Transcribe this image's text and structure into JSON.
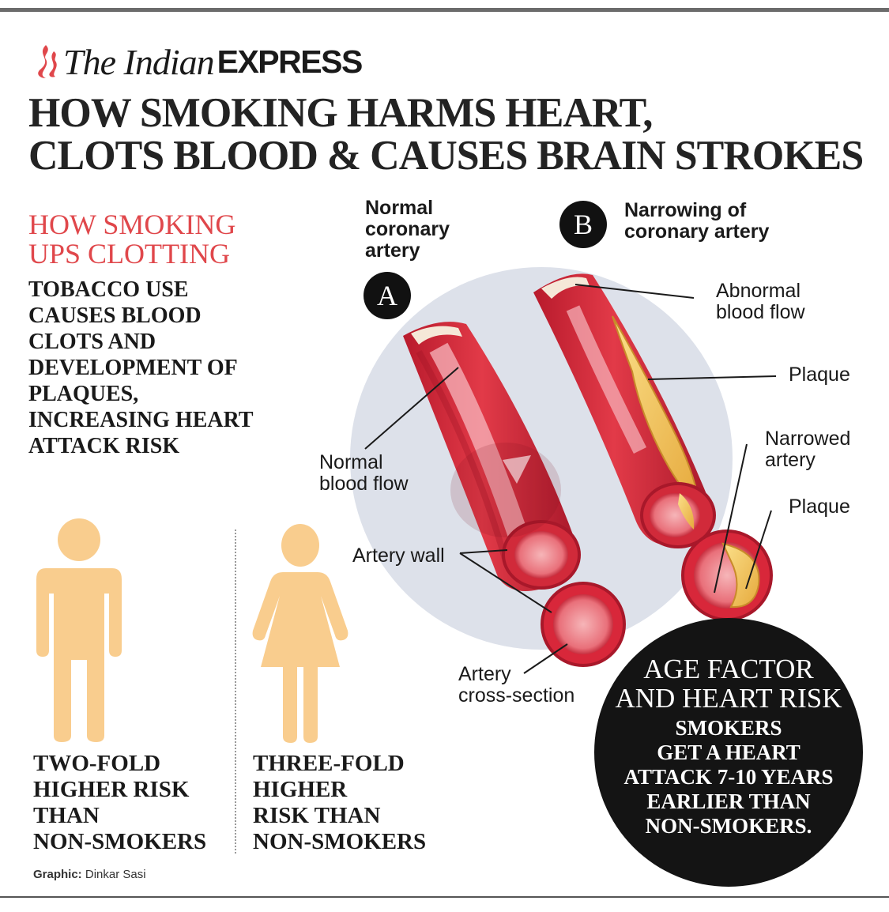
{
  "brand": {
    "name": "The Indian",
    "name_bold": "EXPRESS",
    "accent_color": "#e0474b"
  },
  "headline": {
    "line1": "HOW SMOKING HARMS HEART,",
    "line2": "CLOTS BLOOD & CAUSES BRAIN STROKES"
  },
  "clotting": {
    "title_line1": "HOW SMOKING",
    "title_line2": "UPS CLOTTING",
    "body": "TOBACCO USE CAUSES BLOOD CLOTS AND DEVELOPMENT OF PLAQUES, INCREASING HEART ATTACK RISK"
  },
  "risk": {
    "men": {
      "icon": "man-figure-icon",
      "lines": [
        "TWO-FOLD",
        "HIGHER RISK",
        "THAN",
        "NON-SMOKERS"
      ]
    },
    "women": {
      "icon": "woman-figure-icon",
      "lines": [
        "THREE-FOLD",
        "HIGHER",
        "RISK THAN",
        "NON-SMOKERS"
      ]
    },
    "figure_color": "#f9cd8e"
  },
  "diagram": {
    "artery_a": {
      "badge": "A",
      "title_lines": [
        "Normal",
        "coronary",
        "artery"
      ]
    },
    "artery_b": {
      "badge": "B",
      "title_lines": [
        "Narrowing of",
        "coronary artery"
      ]
    },
    "labels": {
      "abnormal_flow": [
        "Abnormal",
        "blood flow"
      ],
      "plaque_1": "Plaque",
      "narrowed_artery": [
        "Narrowed",
        "artery"
      ],
      "plaque_2": "Plaque",
      "normal_flow": [
        "Normal",
        "blood flow"
      ],
      "artery_wall": "Artery wall",
      "cross_section": [
        "Artery",
        "cross-section"
      ]
    },
    "colors": {
      "artery_red": "#d8273a",
      "artery_dark": "#a8182a",
      "plaque_yellow": "#f3c85c",
      "background_circle": "#dde1ea"
    }
  },
  "age_factor": {
    "title_line1": "AGE FACTOR",
    "title_line2": "AND HEART RISK",
    "body_lines": [
      "SMOKERS",
      "GET A HEART",
      "ATTACK 7-10 YEARS",
      "EARLIER THAN",
      "NON-SMOKERS."
    ]
  },
  "credit": {
    "label": "Graphic:",
    "name": "Dinkar Sasi"
  }
}
